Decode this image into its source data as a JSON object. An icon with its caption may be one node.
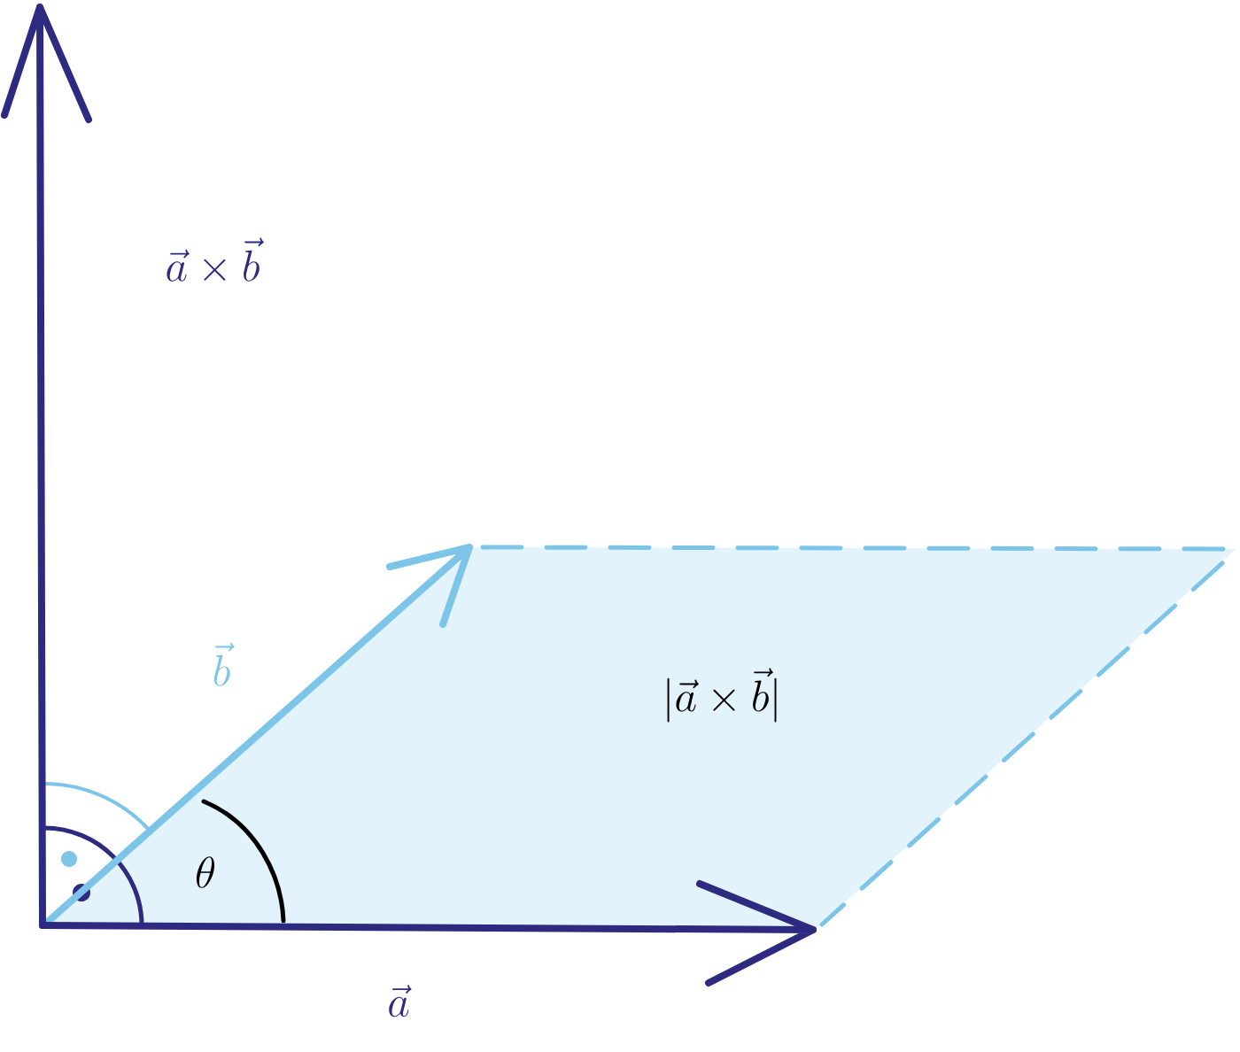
{
  "diagram": {
    "labels": [
      "\\vec{a}\\times\\vec{b}",
      "\\vec{b}",
      "|\\vec{a}\\times\\vec{b}|",
      "\\theta",
      "\\vec{a}"
    ]
  }
}
